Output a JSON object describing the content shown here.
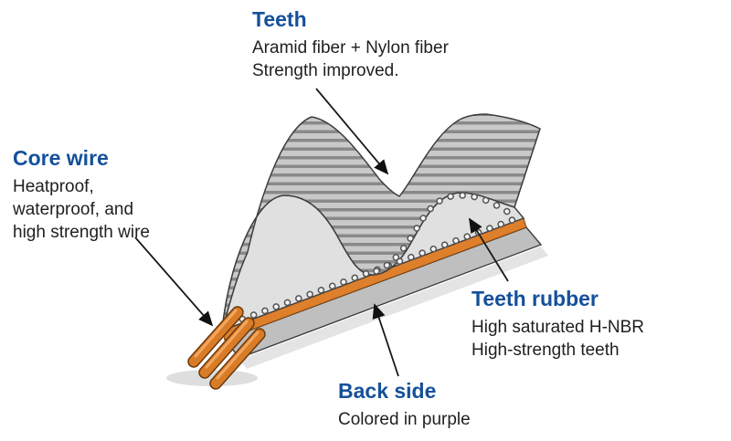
{
  "labels": {
    "teeth": {
      "heading": "Teeth",
      "lines": [
        "Aramid fiber + Nylon fiber",
        "Strength improved."
      ]
    },
    "core_wire": {
      "heading": "Core wire",
      "lines": [
        "Heatproof,",
        "waterproof, and",
        "high strength wire"
      ]
    },
    "teeth_rubber": {
      "heading": "Teeth rubber",
      "lines": [
        "High saturated H-NBR",
        "High-strength teeth"
      ]
    },
    "back_side": {
      "heading": "Back side",
      "lines": [
        "Colored in purple"
      ]
    }
  },
  "colors": {
    "heading_blue": "#15509b",
    "body_text": "#1f1f1f",
    "belt_orange": "#de7f2b",
    "belt_gray": "#c9c9c9",
    "hatch_line": "#898989"
  }
}
